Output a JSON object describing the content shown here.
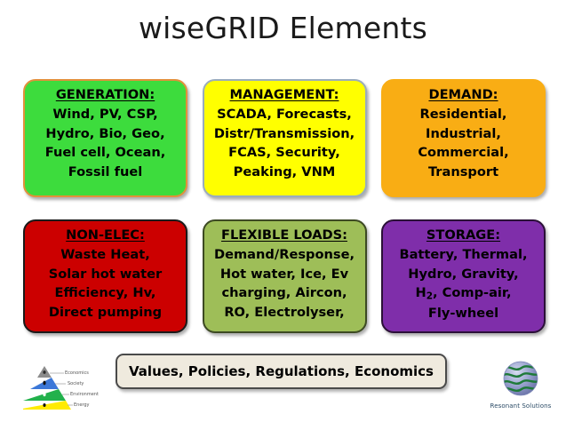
{
  "title": "wiseGRID Elements",
  "boxes": [
    {
      "id": "generation",
      "header": "GENERATION:",
      "lines": [
        "Wind, PV, CSP,",
        "Hydro, Bio, Geo,",
        "Fuel cell, Ocean,",
        "Fossil fuel"
      ],
      "fill": "#3ddc3d",
      "border": "#e2903c"
    },
    {
      "id": "management",
      "header": "MANAGEMENT:",
      "lines": [
        "SCADA, Forecasts,",
        "Distr/Transmission,",
        "FCAS, Security,",
        "Peaking, VNM"
      ],
      "fill": "#ffff00",
      "border": "#9aacbd"
    },
    {
      "id": "demand",
      "header": "DEMAND:",
      "lines": [
        "Residential,",
        "Industrial,",
        "Commercial,",
        "Transport"
      ],
      "fill": "#f9ad14",
      "border": "#f9ad14"
    },
    {
      "id": "non-elec",
      "header": "NON-ELEC:",
      "lines": [
        "Waste Heat,",
        "Solar hot water",
        "Efficiency, Hv,",
        "Direct pumping"
      ],
      "fill": "#cc0000",
      "border": "#1a1a1a"
    },
    {
      "id": "flexible-loads",
      "header": "FLEXIBLE LOADS:",
      "lines": [
        "Demand/Response,",
        "Hot water, Ice, Ev",
        "charging, Aircon,",
        "RO, Electrolyser,"
      ],
      "fill": "#9ebe58",
      "border": "#3d4a23"
    },
    {
      "id": "storage",
      "header": "STORAGE:",
      "lines": [
        "Battery, Thermal,",
        "Hydro, Gravity,",
        "H2, Comp-air,",
        "Fly-wheel"
      ],
      "h2_prefix": "H",
      "h2_sub": "2",
      "h2_suffix": ", Comp-air,",
      "fill": "#7f2eaa",
      "border": "#2b1038"
    }
  ],
  "footer_bar": {
    "text": "Values, Policies, Regulations, Economics",
    "fill": "#efeade",
    "border": "#4a4a4a"
  },
  "pyramid_logo": {
    "name": "pyramid-logo",
    "tiers": [
      {
        "label": "Economics",
        "color": "#8c8c8c"
      },
      {
        "label": "Society",
        "color": "#3c78d8"
      },
      {
        "label": "Environment",
        "color": "#22b14c"
      },
      {
        "label": "Energy",
        "color": "#ffeb00"
      }
    ]
  },
  "sphere_logo": {
    "name": "resonant-solutions-logo",
    "caption": "Resonant Solutions",
    "sphere_color": "#8a93c4",
    "wave_color": "#1f7a3a"
  }
}
